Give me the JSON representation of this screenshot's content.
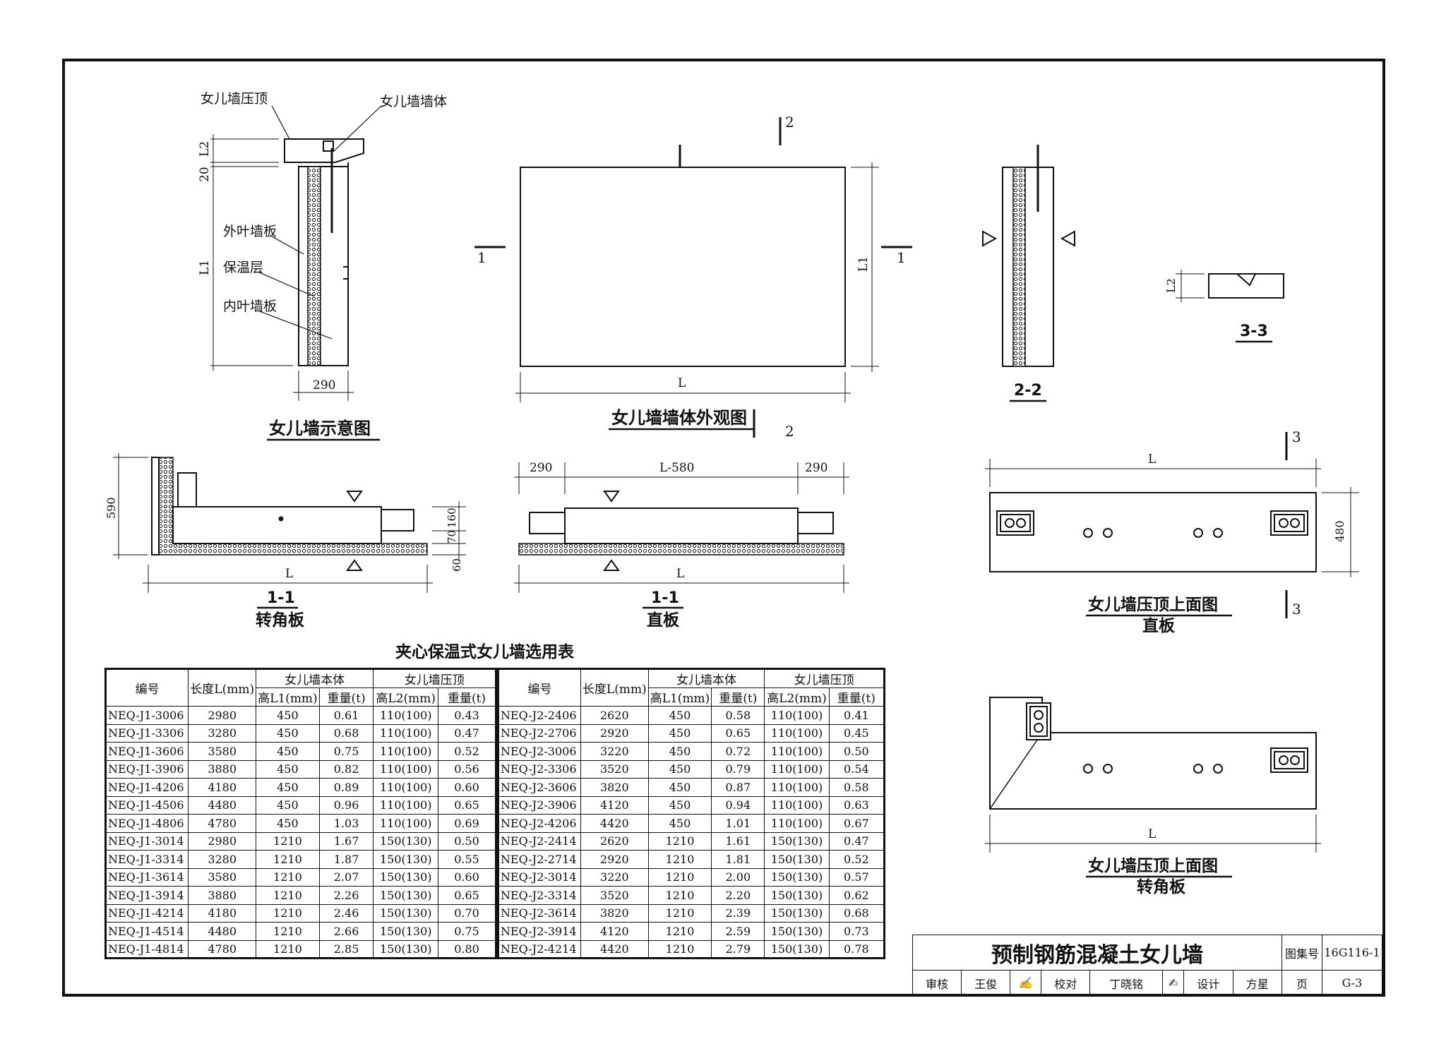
{
  "labels": {
    "parapet_coping": "女儿墙压顶",
    "parapet_body": "女儿墙墙体",
    "outer_leaf": "外叶墙板",
    "insulation": "保温层",
    "inner_leaf": "内叶墙板",
    "dim_L2": "L2",
    "dim_20": "20",
    "dim_L1": "L1",
    "dim_290": "290",
    "dim_L": "L",
    "dim_L580": "L-580",
    "dim_590": "590",
    "dim_160": "160",
    "dim_70": "70",
    "dim_60": "60",
    "dim_480": "480",
    "sec_1": "1",
    "sec_2": "2",
    "sec_3": "3"
  },
  "captions": {
    "schematic": "女儿墙示意图",
    "elevation": "女儿墙墙体外观图",
    "section_22": "2-2",
    "section_33": "3-3",
    "section_11": "1-1",
    "corner_panel": "转角板",
    "straight_panel": "直板",
    "coping_plan": "女儿墙压顶上面图"
  },
  "table": {
    "title": "夹心保温式女儿墙选用表",
    "h_code": "编号",
    "h_length": "长度L(mm)",
    "h_body": "女儿墙本体",
    "h_coping": "女儿墙压顶",
    "h_L1": "高L1(mm)",
    "h_weight": "重量(t)",
    "h_L2": "高L2(mm)",
    "left_rows": [
      [
        "NEQ-J1-3006",
        "2980",
        "450",
        "0.61",
        "110(100)",
        "0.43"
      ],
      [
        "NEQ-J1-3306",
        "3280",
        "450",
        "0.68",
        "110(100)",
        "0.47"
      ],
      [
        "NEQ-J1-3606",
        "3580",
        "450",
        "0.75",
        "110(100)",
        "0.52"
      ],
      [
        "NEQ-J1-3906",
        "3880",
        "450",
        "0.82",
        "110(100)",
        "0.56"
      ],
      [
        "NEQ-J1-4206",
        "4180",
        "450",
        "0.89",
        "110(100)",
        "0.60"
      ],
      [
        "NEQ-J1-4506",
        "4480",
        "450",
        "0.96",
        "110(100)",
        "0.65"
      ],
      [
        "NEQ-J1-4806",
        "4780",
        "450",
        "1.03",
        "110(100)",
        "0.69"
      ],
      [
        "NEQ-J1-3014",
        "2980",
        "1210",
        "1.67",
        "150(130)",
        "0.50"
      ],
      [
        "NEQ-J1-3314",
        "3280",
        "1210",
        "1.87",
        "150(130)",
        "0.55"
      ],
      [
        "NEQ-J1-3614",
        "3580",
        "1210",
        "2.07",
        "150(130)",
        "0.60"
      ],
      [
        "NEQ-J1-3914",
        "3880",
        "1210",
        "2.26",
        "150(130)",
        "0.65"
      ],
      [
        "NEQ-J1-4214",
        "4180",
        "1210",
        "2.46",
        "150(130)",
        "0.70"
      ],
      [
        "NEQ-J1-4514",
        "4480",
        "1210",
        "2.66",
        "150(130)",
        "0.75"
      ],
      [
        "NEQ-J1-4814",
        "4780",
        "1210",
        "2.85",
        "150(130)",
        "0.80"
      ]
    ],
    "right_rows": [
      [
        "NEQ-J2-2406",
        "2620",
        "450",
        "0.58",
        "110(100)",
        "0.41"
      ],
      [
        "NEQ-J2-2706",
        "2920",
        "450",
        "0.65",
        "110(100)",
        "0.45"
      ],
      [
        "NEQ-J2-3006",
        "3220",
        "450",
        "0.72",
        "110(100)",
        "0.50"
      ],
      [
        "NEQ-J2-3306",
        "3520",
        "450",
        "0.79",
        "110(100)",
        "0.54"
      ],
      [
        "NEQ-J2-3606",
        "3820",
        "450",
        "0.87",
        "110(100)",
        "0.58"
      ],
      [
        "NEQ-J2-3906",
        "4120",
        "450",
        "0.94",
        "110(100)",
        "0.63"
      ],
      [
        "NEQ-J2-4206",
        "4420",
        "450",
        "1.01",
        "110(100)",
        "0.67"
      ],
      [
        "NEQ-J2-2414",
        "2620",
        "1210",
        "1.61",
        "150(130)",
        "0.47"
      ],
      [
        "NEQ-J2-2714",
        "2920",
        "1210",
        "1.81",
        "150(130)",
        "0.52"
      ],
      [
        "NEQ-J2-3014",
        "3220",
        "1210",
        "2.00",
        "150(130)",
        "0.57"
      ],
      [
        "NEQ-J2-3314",
        "3520",
        "1210",
        "2.20",
        "150(130)",
        "0.62"
      ],
      [
        "NEQ-J2-3614",
        "3820",
        "1210",
        "2.39",
        "150(130)",
        "0.68"
      ],
      [
        "NEQ-J2-3914",
        "4120",
        "1210",
        "2.59",
        "150(130)",
        "0.73"
      ],
      [
        "NEQ-J2-4214",
        "4420",
        "1210",
        "2.79",
        "150(130)",
        "0.78"
      ]
    ]
  },
  "titleblock": {
    "title": "预制钢筋混凝土女儿墙",
    "atlas_label": "图集号",
    "atlas_no": "16G116-1",
    "review_label": "审核",
    "reviewer": "王俊",
    "check_label": "校对",
    "checker": "丁晓铭",
    "design_label": "设计",
    "designer": "方星",
    "page_label": "页",
    "page_no": "G-3"
  }
}
